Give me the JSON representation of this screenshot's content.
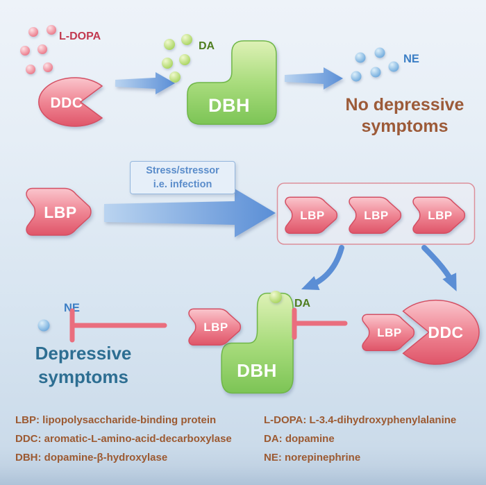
{
  "top": {
    "ldopa_label": "L-DOPA",
    "ddc_label": "DDC",
    "da_label": "DA",
    "dbh_label": "DBH",
    "ne_label": "NE",
    "outcome_line1": "No depressive",
    "outcome_line2": "symptoms"
  },
  "middle": {
    "lbp_label": "LBP",
    "stress_line1": "Stress/stressor",
    "stress_line2": "i.e. infection",
    "lbp_copies": [
      "LBP",
      "LBP",
      "LBP"
    ]
  },
  "bottom": {
    "ne_label": "NE",
    "lbp_dbh_label": "LBP",
    "dbh_label": "DBH",
    "da_label": "DA",
    "lbp_ddc_label": "LBP",
    "ddc_label": "DDC",
    "outcome_line1": "Depressive",
    "outcome_line2": "symptoms"
  },
  "legend": {
    "left": [
      "LBP: lipopolysaccharide-binding protein",
      "DDC: aromatic-L-amino-acid-decarboxylase",
      "DBH: dopamine-β-hydroxylase"
    ],
    "right": [
      "L-DOPA: L-3.4-dihydroxyphenylalanine",
      "DA: dopamine",
      "NE: norepinephrine"
    ]
  },
  "colors": {
    "enzyme_pink": "#e05a6e",
    "enzyme_green": "#7cc455",
    "dot_blue": "#5e9fd8",
    "arrow_blue": "#5a8ed6",
    "inhibition_red": "#ea6e7e",
    "label_ldopa": "#c23a50",
    "label_da": "#4f7d1f",
    "label_ne": "#3b7ec5",
    "outcome_brown": "#9c5a38",
    "outcome_teal": "#2d6e92",
    "legend_brown": "#9c5a32"
  }
}
